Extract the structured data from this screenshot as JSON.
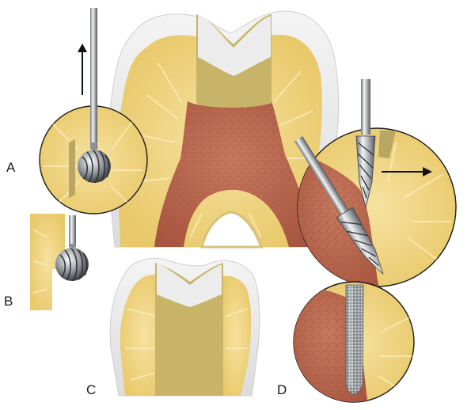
{
  "labels": {
    "a": "A",
    "b": "B",
    "c": "C",
    "d": "D"
  },
  "colors": {
    "enamel": "#e9e9e9",
    "dentin": "#efd27a",
    "pulp": "#b9634a",
    "pulp_texture": "#9c4c38",
    "gutta_percha": "#c4b268",
    "steel": "#c9ccd0",
    "arrow": "#111111"
  },
  "icons": {
    "round_bur": "round-bur-icon",
    "tapered_bur": "tapered-fissure-bur-icon",
    "diamond_bur": "diamond-bur-icon",
    "arrow_up": "arrow-up-icon",
    "arrow_right": "arrow-right-icon"
  }
}
